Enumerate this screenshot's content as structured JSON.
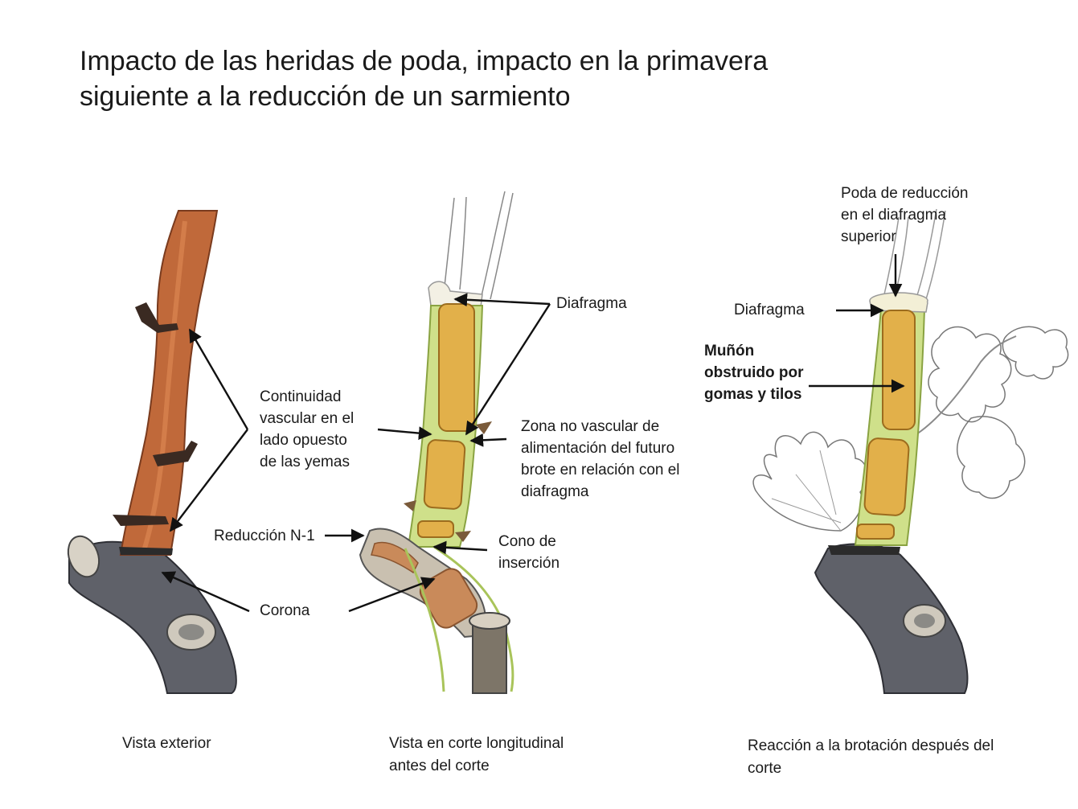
{
  "title": {
    "line1": "Impacto de las heridas de poda, impacto en la primavera",
    "line2": "siguiente a la reducción de un sarmiento"
  },
  "labels": {
    "continuidad": [
      "Continuidad",
      "vascular en el",
      "lado opuesto",
      "de las yemas"
    ],
    "reduccion": "Reducción N-1",
    "corona": "Corona",
    "diafragma_center": "Diafragma",
    "zona": [
      "Zona no vascular de",
      "alimentación del futuro",
      "brote en relación con el",
      "diafragma"
    ],
    "cono": [
      "Cono de",
      "inserción"
    ],
    "poda": [
      "Poda de reducción",
      "en el diafragma",
      "superior"
    ],
    "diafragma_right": "Diafragma",
    "munon": [
      "Muñón",
      "obstruido por",
      "gomas y tilos"
    ]
  },
  "captions": {
    "left": "Vista exterior",
    "center": [
      "Vista en corte longitudinal",
      "antes del corte"
    ],
    "right": [
      "Reacción a la brotación después del",
      "corte"
    ]
  },
  "colors": {
    "cane_bark": "#c0693a",
    "old_wood": "#5f6169",
    "pith": "#e2b04a",
    "sapwood": "#cfe08a",
    "heartwood_cut": "#c98a5a"
  }
}
